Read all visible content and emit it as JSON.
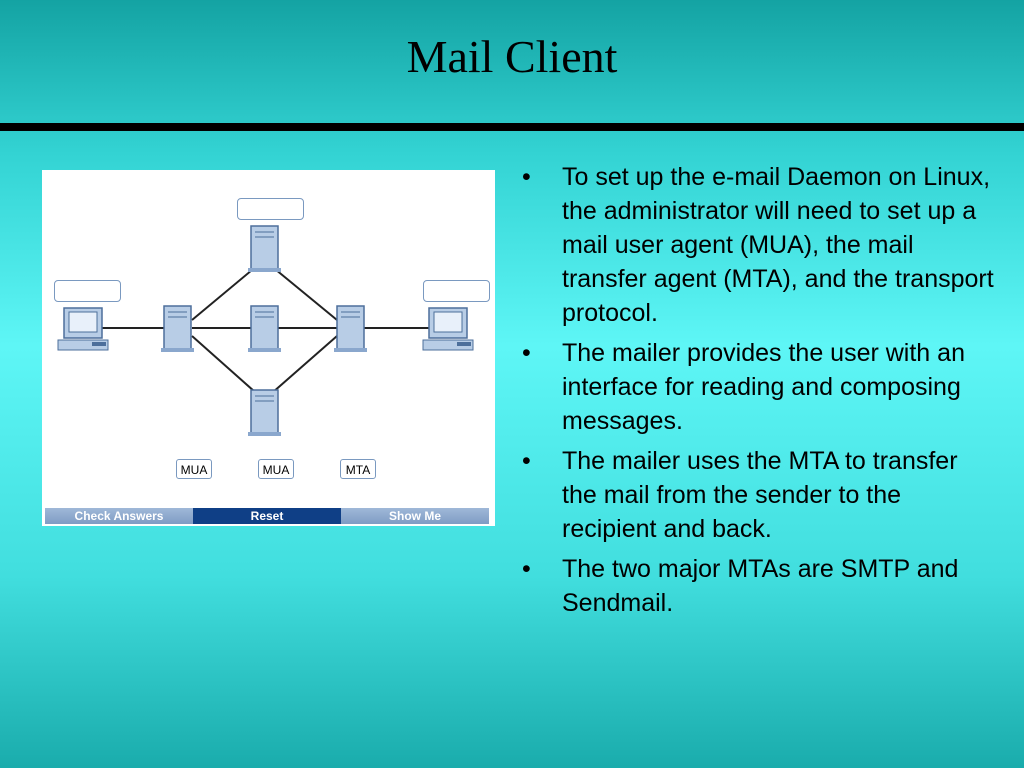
{
  "slide": {
    "title": "Mail Client",
    "bullets": [
      {
        "text": "To set up the e-mail Daemon on Linux, the administrator will need to set up a mail user agent (MUA), the mail transfer agent (MTA), and the transport protocol."
      },
      {
        "text": "The mailer provides the user with an interface for reading and composing messages."
      },
      {
        "text": "The mailer uses the MTA to transfer the mail from the sender to the recipient and back."
      },
      {
        "text": "The two major MTAs are SMTP and Sendmail."
      }
    ],
    "bullet_glyph": "•"
  },
  "figure": {
    "tags": [
      "MUA",
      "MUA",
      "MTA"
    ],
    "buttons": {
      "check": "Check Answers",
      "reset": "Reset",
      "show": "Show Me"
    },
    "colors": {
      "button_light": "#8aa7cd",
      "button_dark": "#0f3f86",
      "line": "#222222",
      "device": "#b8cde6"
    }
  }
}
